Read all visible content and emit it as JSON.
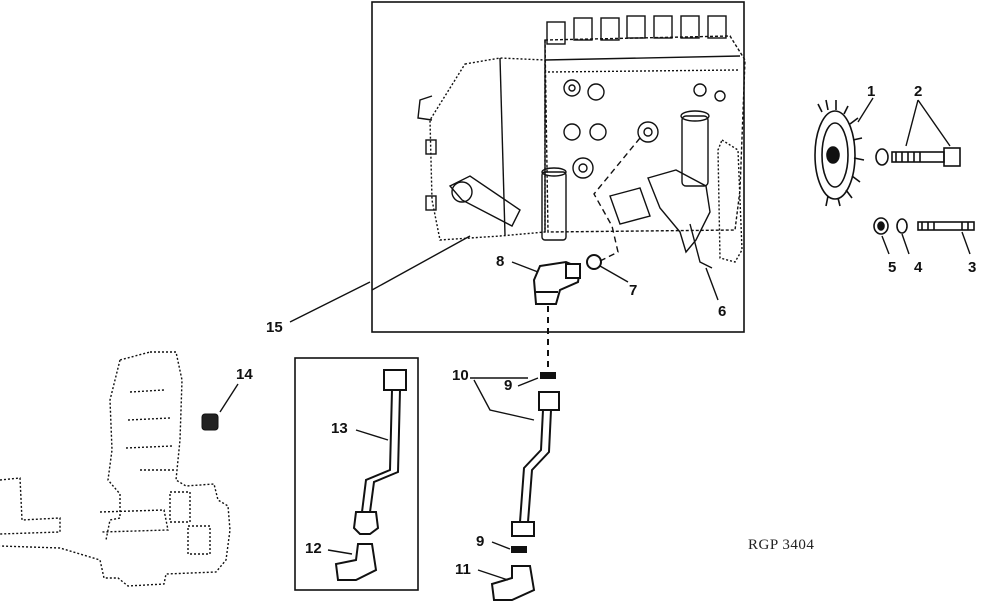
{
  "callouts": [
    {
      "id": "c1",
      "text": "1"
    },
    {
      "id": "c2",
      "text": "2"
    },
    {
      "id": "c3",
      "text": "3"
    },
    {
      "id": "c4",
      "text": "4"
    },
    {
      "id": "c5",
      "text": "5"
    },
    {
      "id": "c6",
      "text": "6"
    },
    {
      "id": "c7",
      "text": "7"
    },
    {
      "id": "c8",
      "text": "8"
    },
    {
      "id": "c9a",
      "text": "9"
    },
    {
      "id": "c9b",
      "text": "9"
    },
    {
      "id": "c10",
      "text": "10"
    },
    {
      "id": "c11",
      "text": "11"
    },
    {
      "id": "c12",
      "text": "12"
    },
    {
      "id": "c13",
      "text": "13"
    },
    {
      "id": "c14",
      "text": "14"
    },
    {
      "id": "c15",
      "text": "15"
    }
  ],
  "figure_code": "RGP 3404",
  "colors": {
    "ink": "#111111",
    "paper": "#ffffff"
  }
}
